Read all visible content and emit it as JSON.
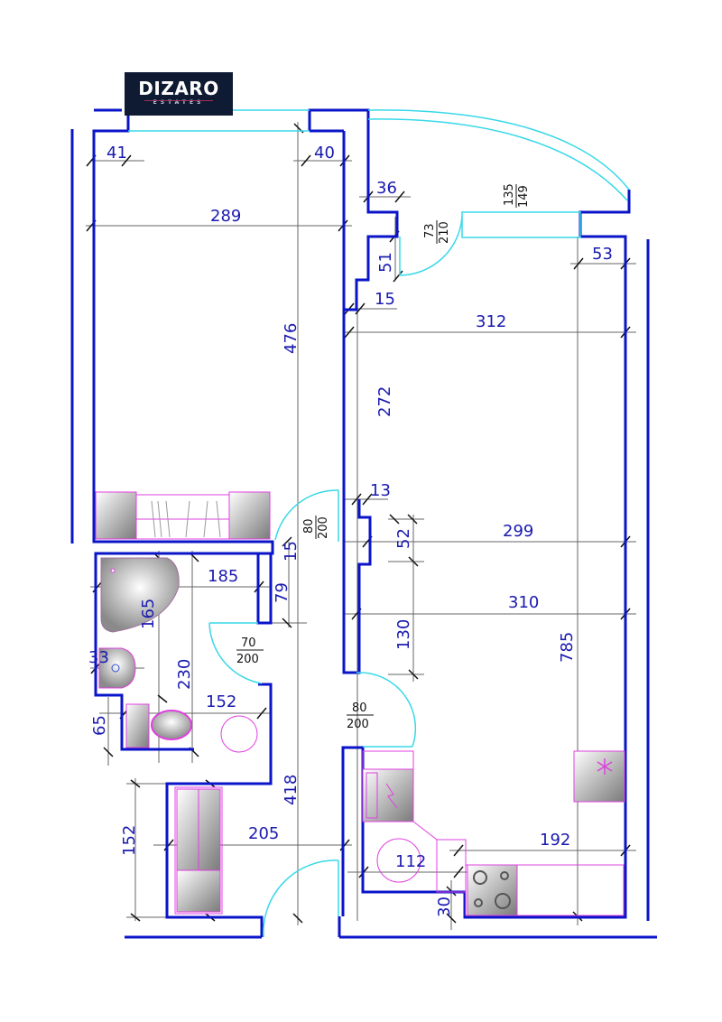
{
  "logo": {
    "brand": "DIZARO",
    "sub": "ESTATES"
  },
  "colors": {
    "wall": "#0a14c8",
    "door": "#38d8e8",
    "furniture": "#e040e0",
    "dimension_text": "#1a1ab0",
    "dimension_line": "#555555",
    "logo_bg": "#0f1a33"
  },
  "dimensions": {
    "room_top_left_width": "289",
    "room_top_left_height": "476",
    "wall_left_41": "41",
    "wall_right_40": "40",
    "entry_36": "36",
    "wall_51": "51",
    "wall_15_upper": "15",
    "living_width_312": "312",
    "window_offset_53": "53",
    "living_depth_272": "272",
    "wall_13": "13",
    "niche_52": "52",
    "living_width_299": "299",
    "living_width_310": "310",
    "hall_130": "130",
    "kitchen_depth_785": "785",
    "bath_width_185": "185",
    "shower_165": "165",
    "sink_33": "33",
    "bath_230": "230",
    "wall_79": "79",
    "wall_15_lower": "15",
    "wc_152": "152",
    "wc_65": "65",
    "wardrobe_152": "152",
    "hall_205": "205",
    "hall_418": "418",
    "kitchen_192": "192",
    "kitchen_112": "112",
    "kitchen_30": "30"
  },
  "doors": {
    "balcony": {
      "width": "135",
      "height": "149"
    },
    "balcony_small": {
      "width": "73",
      "height": "210"
    },
    "bedroom": {
      "width": "80",
      "height": "200"
    },
    "bathroom": {
      "width": "70",
      "height": "200"
    },
    "kitchen": {
      "width": "80",
      "height": "200"
    }
  }
}
